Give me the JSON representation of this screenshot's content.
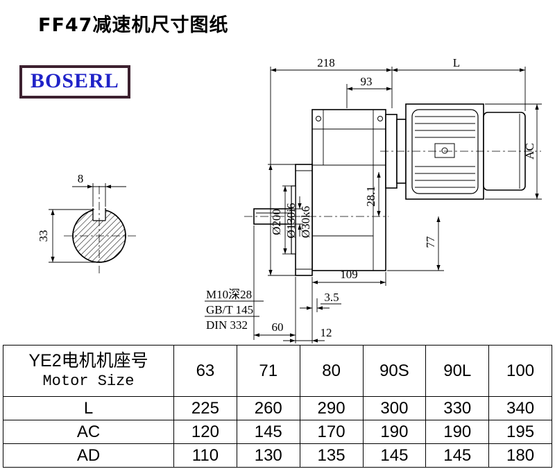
{
  "title": "FF47减速机尺寸图纸",
  "logo": {
    "text": "BOSERL"
  },
  "colors": {
    "logo_border": "#3d2130",
    "logo_text": "#2023c8",
    "line": "#000000"
  },
  "drawing": {
    "dims": {
      "top_218": "218",
      "top_L": "L",
      "top_93": "93",
      "ac": "AC",
      "h28": "28.1",
      "dia200": "Ø200",
      "dia130": "Ø130i6",
      "dia30": "Ø30k6",
      "v77": "77",
      "h109": "109",
      "s3_5": "3.5",
      "b60": "60",
      "b12": "12",
      "key8": "8",
      "key33": "33",
      "note1": "M10深28",
      "note2": "GB/T 145",
      "note3": "DIN 332"
    }
  },
  "table": {
    "motor_label_cn": "YE2电机机座号",
    "motor_label_en": "Motor Size",
    "sizes": [
      "63",
      "71",
      "80",
      "90S",
      "90L",
      "100"
    ],
    "rows": [
      {
        "label": "L",
        "values": [
          "225",
          "260",
          "290",
          "300",
          "330",
          "340"
        ]
      },
      {
        "label": "AC",
        "values": [
          "120",
          "145",
          "170",
          "190",
          "190",
          "195"
        ]
      },
      {
        "label": "AD",
        "values": [
          "110",
          "130",
          "135",
          "145",
          "145",
          "180"
        ]
      }
    ]
  }
}
